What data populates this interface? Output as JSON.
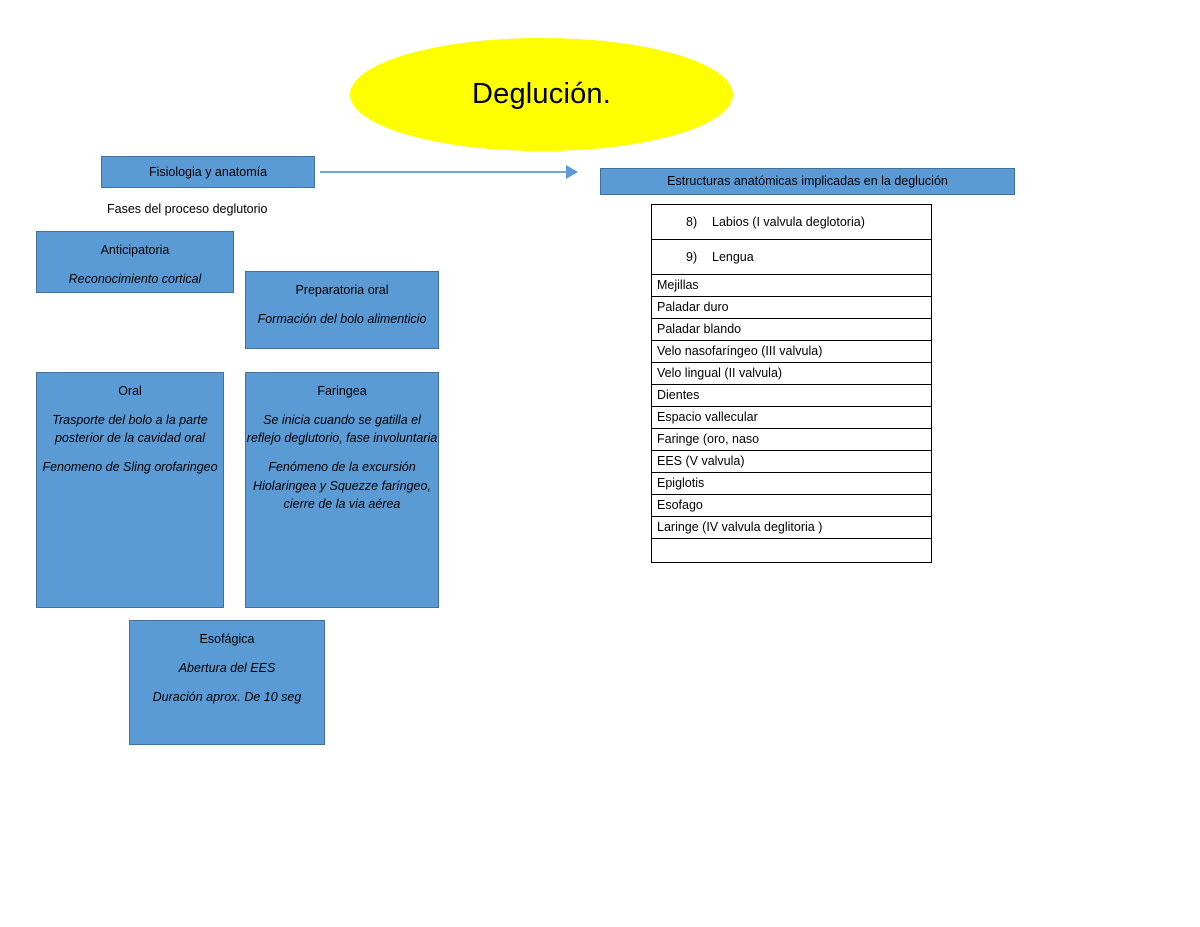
{
  "title": {
    "text": "Deglución.",
    "shape": "ellipse",
    "fill_color": "#ffff00"
  },
  "theme": {
    "box_fill": "#5B9BD5",
    "box_border": "#41719C",
    "arrow_color": "#5B9BD5",
    "table_border": "#000000"
  },
  "left_branch": {
    "root_box": {
      "label": "Fisiologia y anatomía"
    },
    "caption": "Fases del proceso deglutorio",
    "phases": [
      {
        "name": "anticipatoria",
        "heading": "Anticipatoria",
        "lines": [
          {
            "text": "Reconocimiento cortical",
            "style": "italic"
          }
        ]
      },
      {
        "name": "preparatoria-oral",
        "heading": "Preparatoria oral",
        "lines": [
          {
            "text": "Formación del bolo alimenticio",
            "style": "italic"
          }
        ]
      },
      {
        "name": "oral",
        "heading": "Oral",
        "lines": [
          {
            "text": "Trasporte del bolo a la parte posterior de la cavidad oral",
            "style": "italic"
          },
          {
            "text": "Fenomeno de Sling orofaringeo",
            "style": "italic"
          }
        ]
      },
      {
        "name": "faringea",
        "heading": "Faringea",
        "lines": [
          {
            "text": "Se inicia cuando se gatilla el reflejo deglutorio, fase involuntaria",
            "style": "italic"
          },
          {
            "text": "Fenómeno de la excursión Hiolaringea y Squezze faríngeo, cierre de la via aérea",
            "style": "italic"
          }
        ]
      },
      {
        "name": "esofagica",
        "heading": "Esofágica",
        "lines": [
          {
            "text": "Abertura del EES",
            "style": "italic"
          },
          {
            "text": "Duración aprox. De 10 seg",
            "style": "italic"
          }
        ]
      }
    ]
  },
  "right_branch": {
    "header_box": {
      "label": "Estructuras anatómicas implicadas en la deglución"
    },
    "table_rows": [
      {
        "number": "8)",
        "text": "Labios  (I valvula deglotoria)",
        "numbered": true
      },
      {
        "number": "9)",
        "text": "Lengua",
        "numbered": true
      },
      {
        "text": "Mejillas"
      },
      {
        "text": "Paladar duro"
      },
      {
        "text": "Paladar blando"
      },
      {
        "text": "Velo nasofaríngeo (III valvula)"
      },
      {
        "text": "Velo lingual  (II valvula)"
      },
      {
        "text": "Dientes"
      },
      {
        "text": "Espacio vallecular"
      },
      {
        "text": "Faringe (oro, naso"
      },
      {
        "text": "EES (V valvula)"
      },
      {
        "text": "Epiglotis"
      },
      {
        "text": "Esofago"
      },
      {
        "text": "Laringe (IV valvula deglitoria )"
      },
      {
        "text": ""
      }
    ]
  }
}
